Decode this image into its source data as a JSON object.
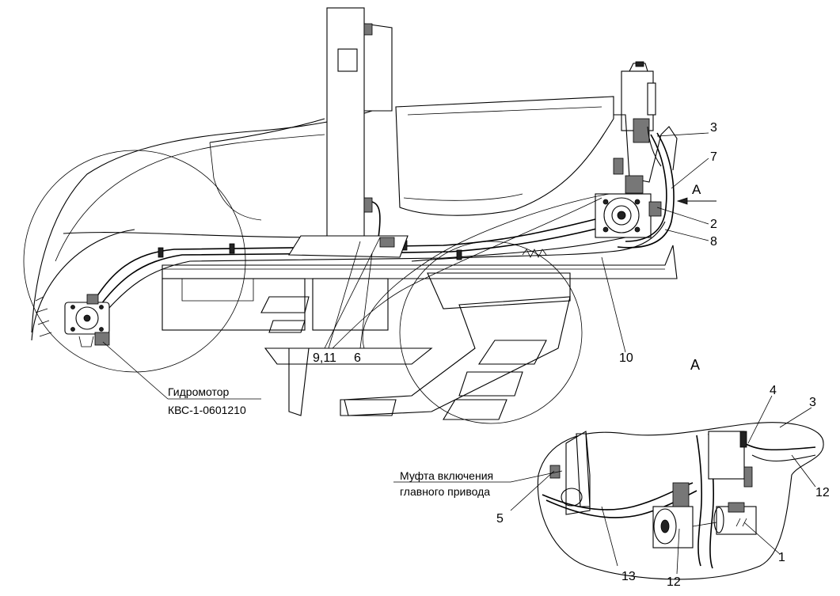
{
  "callouts": {
    "main": {
      "c3": "3",
      "c7": "7",
      "cA": "А",
      "c2": "2",
      "c8": "8",
      "c10": "10",
      "c911": "9,11",
      "c6": "6"
    },
    "view_title": "А",
    "view": {
      "c4": "4",
      "c3": "3",
      "c12a": "12",
      "c5": "5",
      "c13": "13",
      "c12b": "12",
      "c1": "1"
    }
  },
  "labels": {
    "hydromotor_line1": "Гидромотор",
    "hydromotor_line2": "КВС-1-0601210",
    "clutch_line1": "Муфта включения",
    "clutch_line2": "главного привода"
  }
}
